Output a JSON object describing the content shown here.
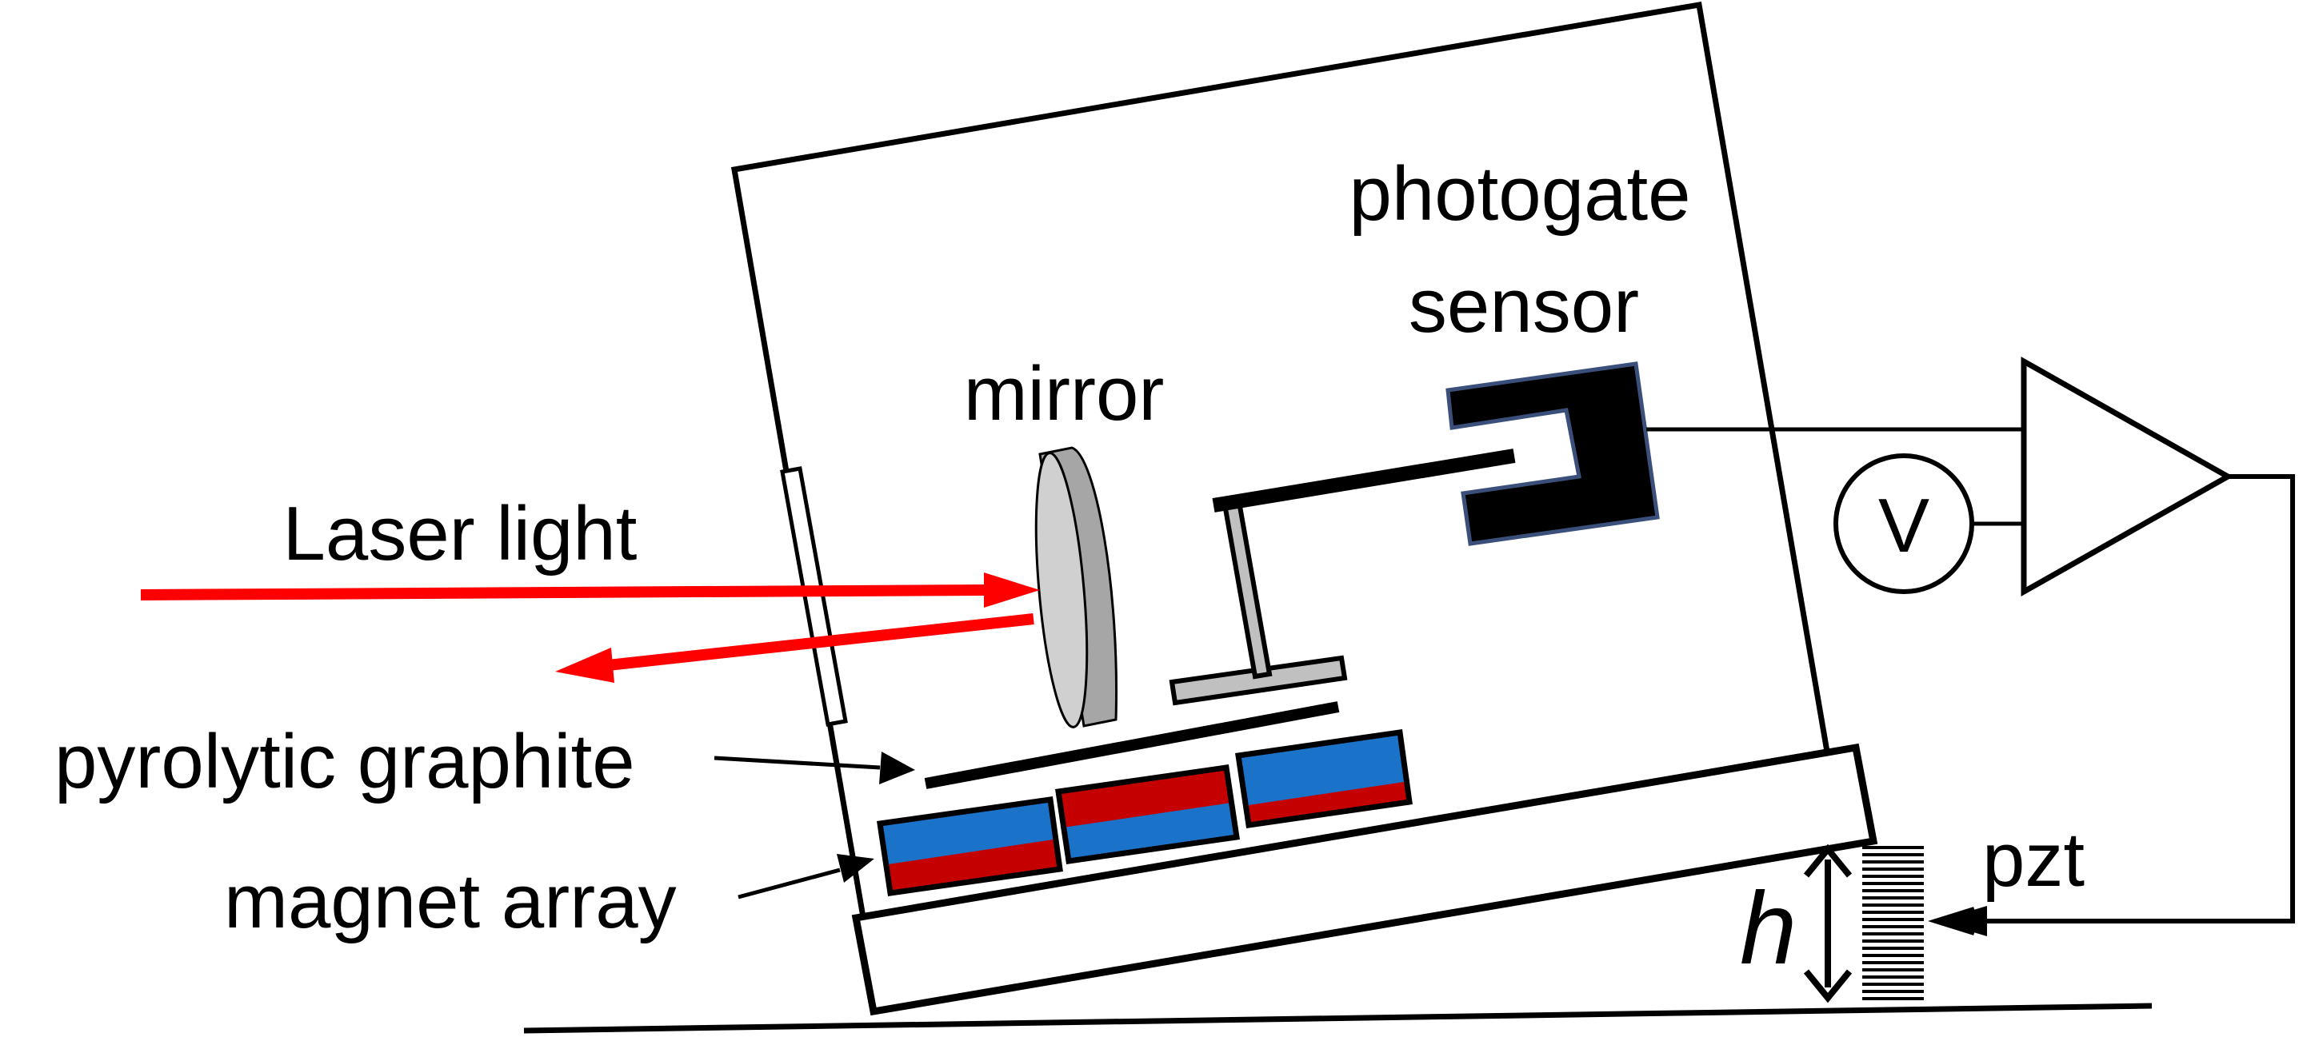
{
  "labels": {
    "photogate_line1": "photogate",
    "photogate_line2": "sensor",
    "mirror": "mirror",
    "laser_light": "Laser light",
    "pyrolytic_graphite": "pyrolytic graphite",
    "magnet_array": "magnet array",
    "pzt": "pzt",
    "h": "h",
    "voltmeter": "V"
  },
  "colors": {
    "laser": "#ff0000",
    "magnet_blue": "#1a73c8",
    "magnet_red": "#c40000",
    "mirror_face": "#d0d0d0",
    "mirror_edge": "#a6a6a6",
    "stand_gray": "#c0c0c0",
    "sensor_fill": "#000000",
    "sensor_outline": "#3a4f7a"
  }
}
